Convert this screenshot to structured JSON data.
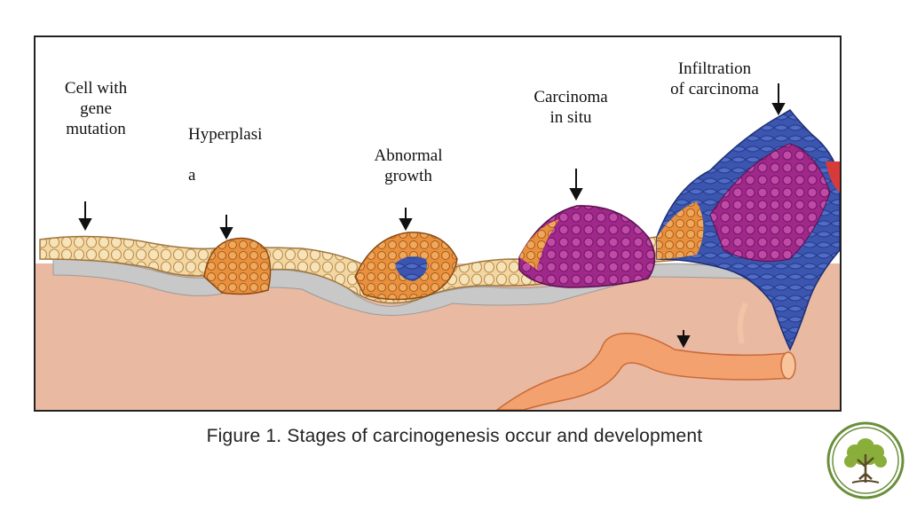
{
  "labels": {
    "cell_mutation": "Cell with\ngene\nmutation",
    "hyperplasia": "Hyperplasi\n\na",
    "abnormal_growth": "Abnormal\ngrowth",
    "carcinoma_in_situ": "Carcinoma\nin situ",
    "infiltration": "Infiltration\nof carcinoma"
  },
  "caption": "Figure 1. Stages of carcinogenesis occur and development",
  "colors": {
    "tissue": "#e9b9a2",
    "membrane": "#c8c8c8",
    "normal_cell": "#f3d7a2",
    "hyperplastic_cell": "#e8903c",
    "carcinoma": "#a0288a",
    "invasive": "#3b55b0",
    "vessel": "#f3a26f",
    "logo_green": "#6a8f3a"
  },
  "icons": {
    "arrow": "down-arrow-icon",
    "logo": "tree-logo-icon"
  }
}
